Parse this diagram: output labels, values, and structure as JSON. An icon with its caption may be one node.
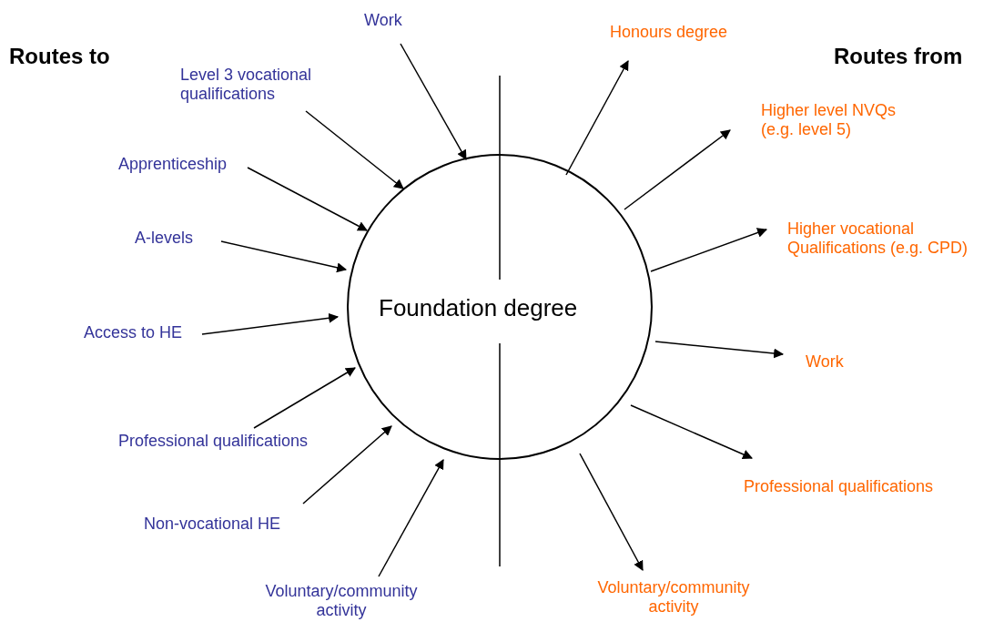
{
  "diagram": {
    "nodes": [
      {
        "text": [
          "Foundation degree"
        ]
      },
      {
        "text": [
          "Work"
        ]
      },
      {
        "text": [
          "Level 3 vocational qualifications"
        ]
      },
      {
        "text": [
          "Apprenticeship"
        ]
      },
      {
        "text": [
          "A-levels"
        ]
      },
      {
        "text": [
          "Access to HE"
        ]
      },
      {
        "text": [
          "Professional qualifications"
        ]
      },
      {
        "text": [
          "Non-vocational HE"
        ]
      },
      {
        "text": [
          "Voluntary/community activity"
        ]
      },
      {
        "text": [
          "Honours degree"
        ]
      },
      {
        "text": [
          "Higher level NVQs (e.g. level 5)"
        ]
      },
      {
        "text": [
          "Higher vocational Qualifications (e.g. CPD)"
        ]
      },
      {
        "text": [
          "Work"
        ]
      },
      {
        "text": [
          "Professional qualifications"
        ]
      },
      {
        "text": [
          "Voluntary/community activity"
        ]
      }
    ],
    "edges": [
      {
        "from": 1,
        "to": 0,
        "arrow": "to"
      },
      {
        "from": 2,
        "to": 0,
        "arrow": "to"
      },
      {
        "from": 3,
        "to": 0,
        "arrow": "to"
      },
      {
        "from": 4,
        "to": 0,
        "arrow": "to"
      },
      {
        "from": 5,
        "to": 0,
        "arrow": "to"
      },
      {
        "from": 6,
        "to": 0,
        "arrow": "to"
      },
      {
        "from": 7,
        "to": 0,
        "arrow": "to"
      },
      {
        "from": 8,
        "to": 0,
        "arrow": "to"
      },
      {
        "from": 0,
        "to": 9,
        "arrow": "to"
      },
      {
        "from": 0,
        "to": 10,
        "arrow": "to"
      },
      {
        "from": 0,
        "to": 11,
        "arrow": "to"
      },
      {
        "from": 0,
        "to": 12,
        "arrow": "to"
      },
      {
        "from": 0,
        "to": 13,
        "arrow": "to"
      },
      {
        "from": 0,
        "to": 14,
        "arrow": "to"
      }
    ],
    "labels": [
      "Routes to",
      "Routes from"
    ]
  }
}
